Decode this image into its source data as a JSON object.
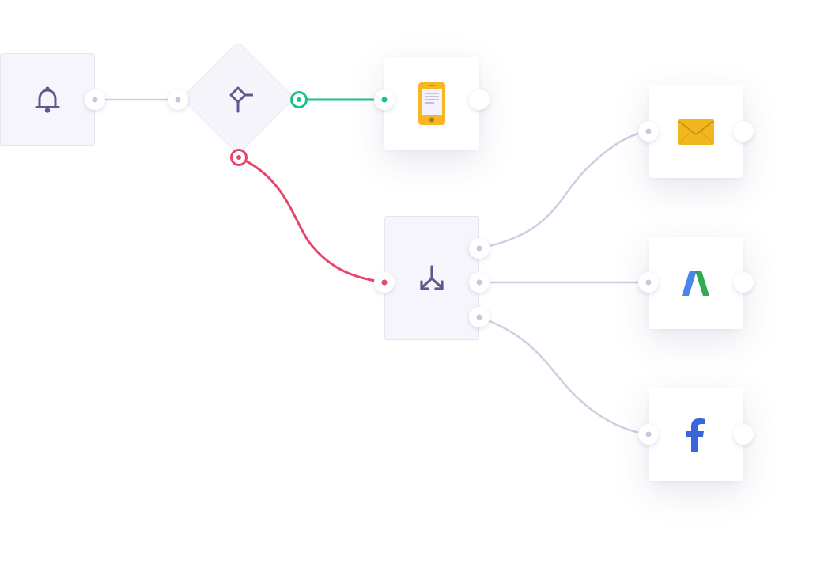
{
  "colors": {
    "accent_yes": "#1cc28a",
    "accent_no": "#e8456b",
    "connector": "#cfcde4",
    "node_icon": "#5b5a91",
    "email_icon": "#f2b61f",
    "phone_icon": "#f6b625",
    "ads_blue": "#4885ed",
    "ads_green": "#34a853",
    "facebook": "#3b66d7"
  },
  "nodes": [
    {
      "id": "trigger",
      "icon": "bell-icon"
    },
    {
      "id": "condition",
      "icon": "condition-icon"
    },
    {
      "id": "sms",
      "icon": "mobile-phone-icon"
    },
    {
      "id": "splitter",
      "icon": "split-icon"
    },
    {
      "id": "email",
      "icon": "envelope-icon"
    },
    {
      "id": "google_ads",
      "icon": "google-ads-icon"
    },
    {
      "id": "facebook",
      "icon": "facebook-icon"
    }
  ],
  "edges": [
    {
      "from": "trigger",
      "to": "condition",
      "type": "default"
    },
    {
      "from": "condition",
      "to": "sms",
      "type": "yes"
    },
    {
      "from": "condition",
      "to": "splitter",
      "type": "no"
    },
    {
      "from": "splitter",
      "to": "email",
      "type": "default"
    },
    {
      "from": "splitter",
      "to": "google_ads",
      "type": "default"
    },
    {
      "from": "splitter",
      "to": "facebook",
      "type": "default"
    }
  ]
}
